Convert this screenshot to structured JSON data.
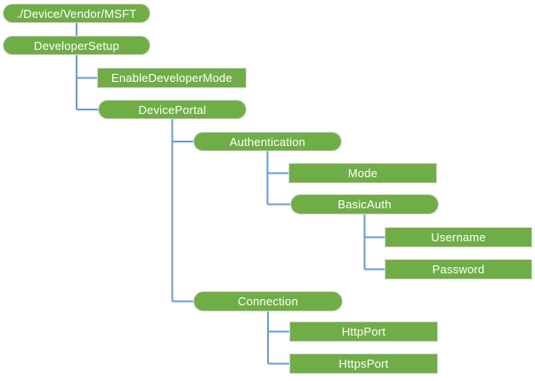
{
  "diagram": {
    "type": "tree",
    "root_label": "./Device/Vendor/MSFT"
  },
  "colors": {
    "background": "#FFFFFF",
    "node_fill": "#70AD47",
    "node_border": "#D8D8D8",
    "node_text": "#FFFFFF",
    "connector": "#6B9CD9"
  },
  "nodes": [
    {
      "label": "./Device/Vendor/MSFT",
      "shape": "pill",
      "parent": null
    },
    {
      "label": "DeveloperSetup",
      "shape": "pill",
      "parent": "./Device/Vendor/MSFT"
    },
    {
      "label": "EnableDeveloperMode",
      "shape": "rect",
      "parent": "DeveloperSetup"
    },
    {
      "label": "DevicePortal",
      "shape": "pill",
      "parent": "DeveloperSetup"
    },
    {
      "label": "Authentication",
      "shape": "pill",
      "parent": "DevicePortal"
    },
    {
      "label": "Mode",
      "shape": "rect",
      "parent": "Authentication"
    },
    {
      "label": "BasicAuth",
      "shape": "pill",
      "parent": "Authentication"
    },
    {
      "label": "Username",
      "shape": "rect",
      "parent": "BasicAuth"
    },
    {
      "label": "Password",
      "shape": "rect",
      "parent": "BasicAuth"
    },
    {
      "label": "Connection",
      "shape": "pill",
      "parent": "DevicePortal"
    },
    {
      "label": "HttpPort",
      "shape": "rect",
      "parent": "Connection"
    },
    {
      "label": "HttpsPort",
      "shape": "rect",
      "parent": "Connection"
    }
  ]
}
